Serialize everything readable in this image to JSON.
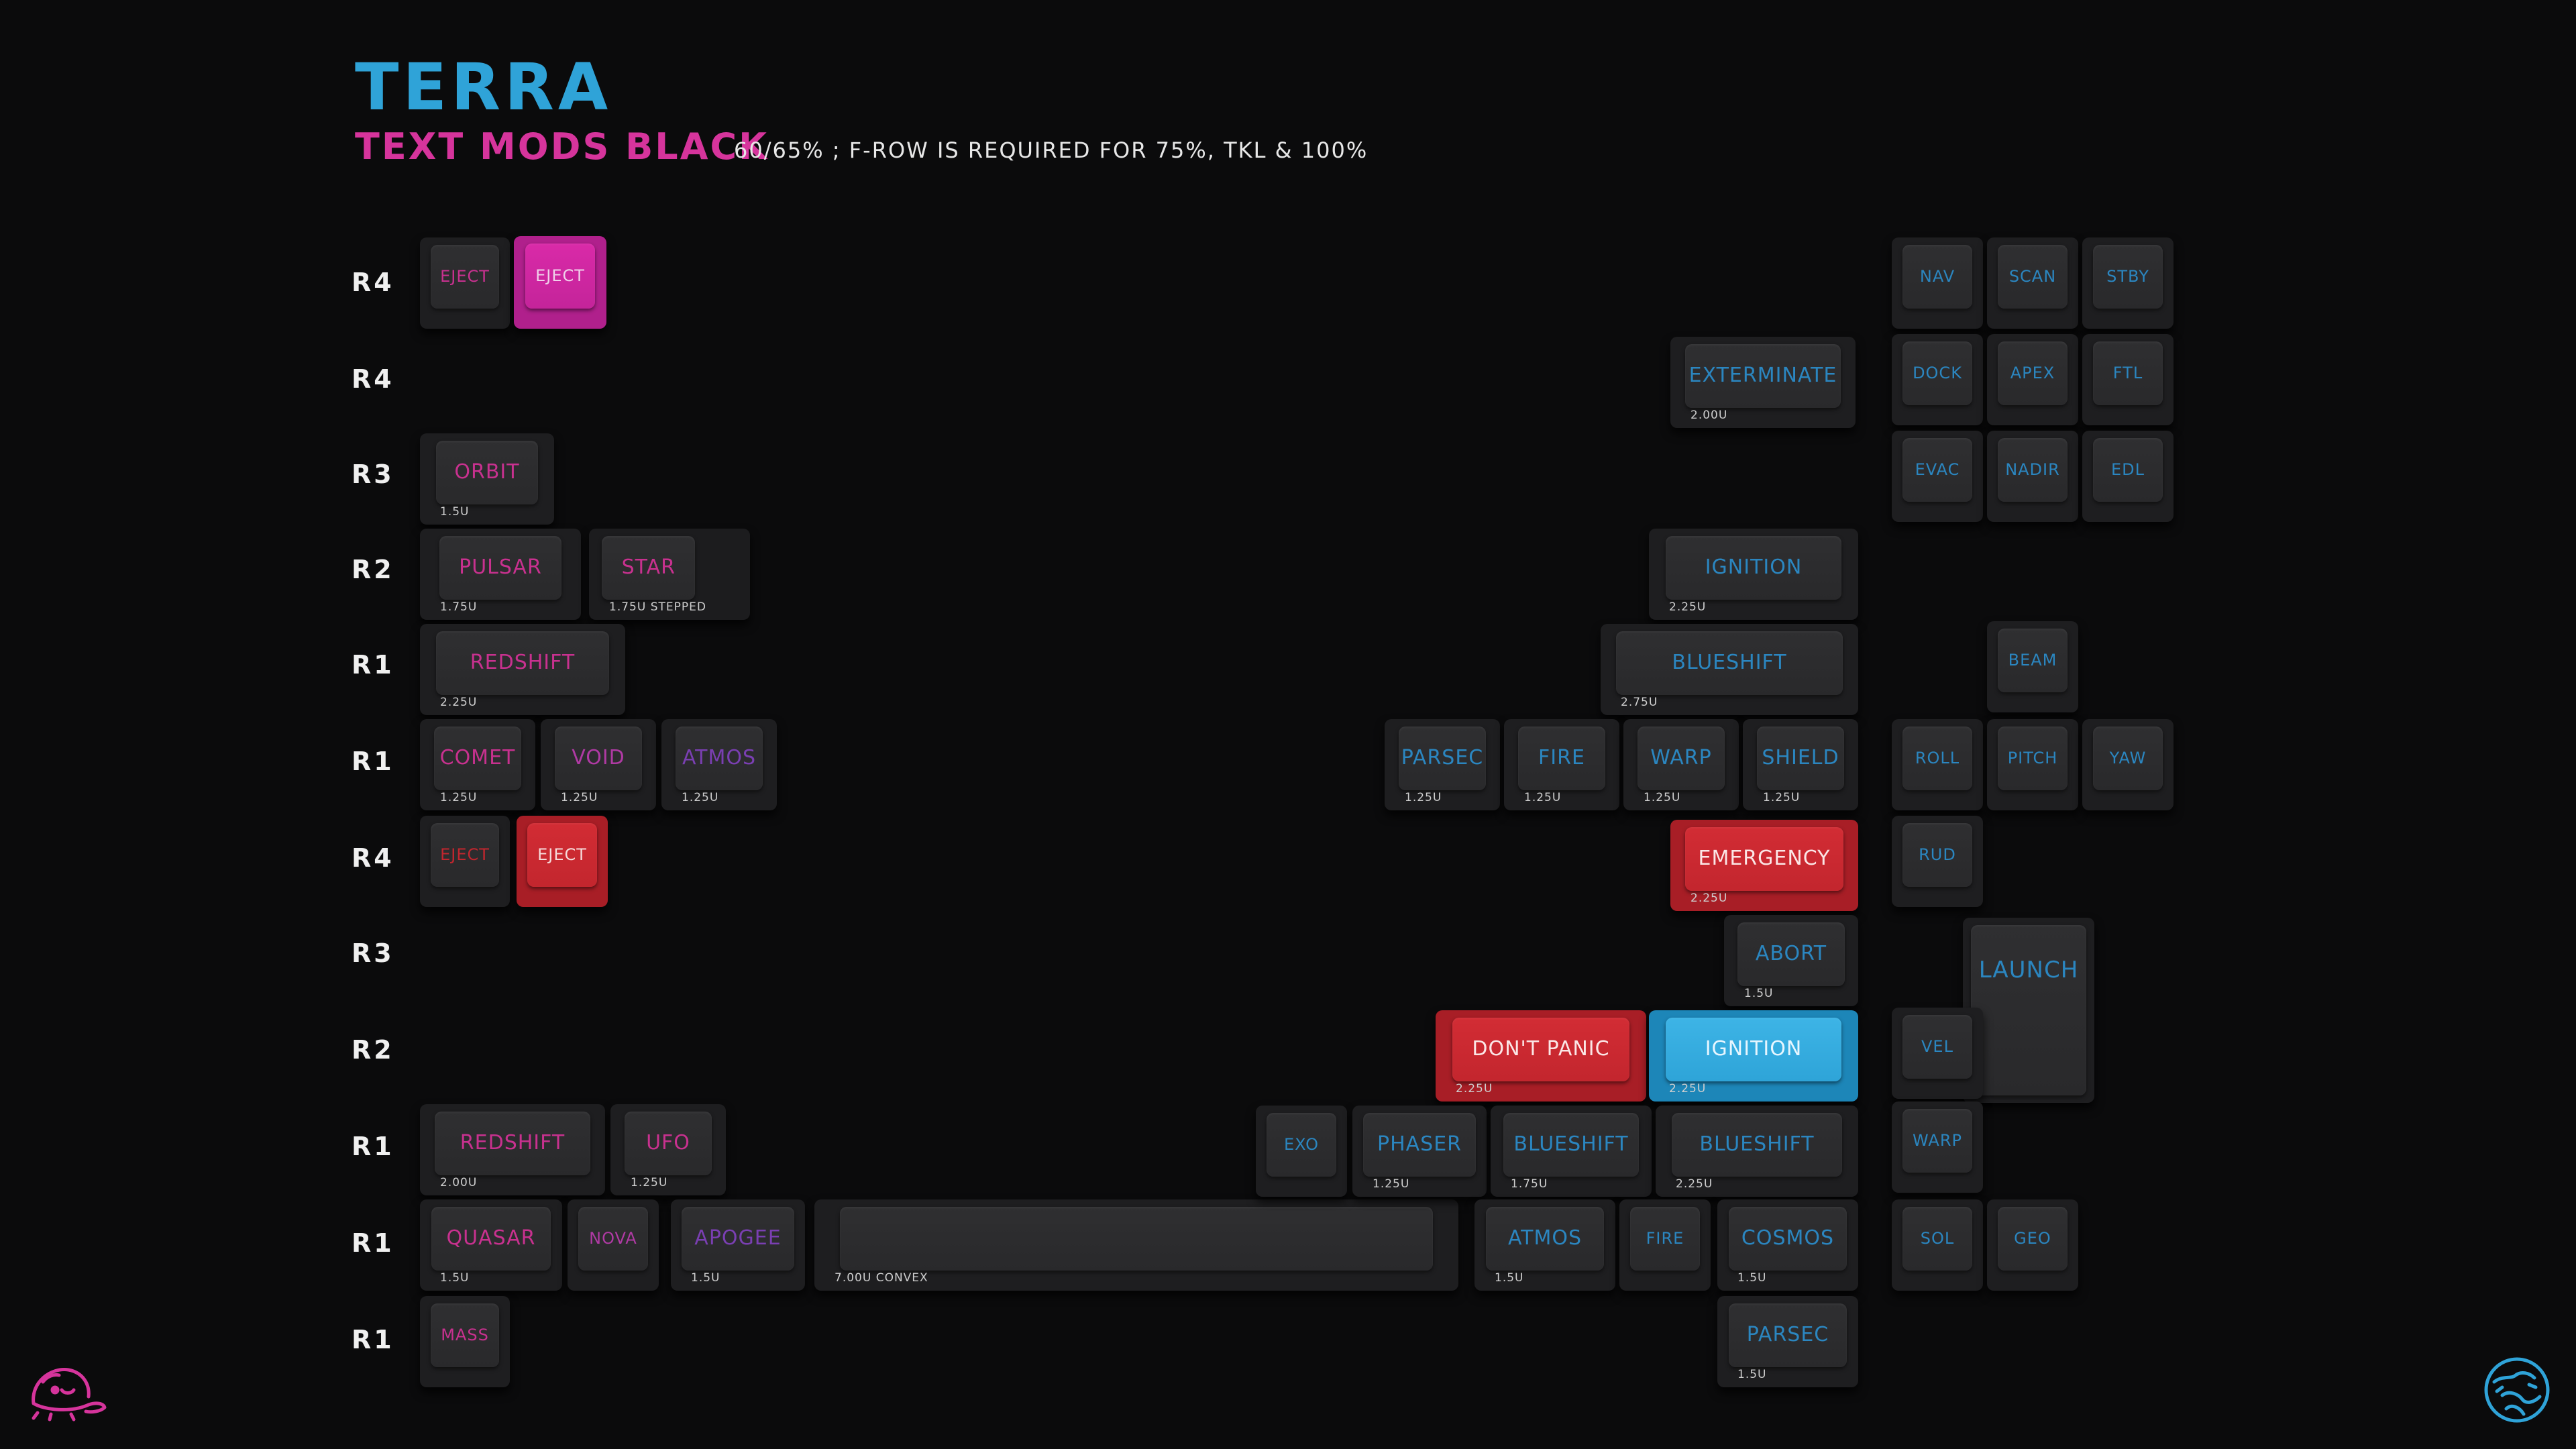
{
  "header": {
    "title": "TERRA",
    "subtitle": "TEXT MODS BLACK",
    "note": "60/65% ; F-ROW IS REQUIRED FOR 75%, TKL & 100%"
  },
  "row_labels": [
    "R4",
    "R4",
    "R3",
    "R2",
    "R1",
    "R1",
    "R4",
    "R3",
    "R2",
    "R1",
    "R1",
    "R1"
  ],
  "colors": {
    "title": "#2fa3d8",
    "subtitle": "#d6349c",
    "legend_pink": "#c8318f",
    "legend_purple": "#7a3fb2",
    "legend_blue": "#2b86c0",
    "legend_red": "#c1262e",
    "keycap_black": "#2c2c2e",
    "keycap_pink": "#d92aa8",
    "keycap_red": "#d22c34",
    "keycap_blue": "#3db4e6"
  },
  "keys": {
    "eject_pink_a": {
      "legend": "EJECT",
      "color": "pink"
    },
    "eject_pink_b": {
      "legend": "EJECT",
      "color": "white"
    },
    "orbit": {
      "legend": "ORBIT",
      "size": "1.5U"
    },
    "pulsar": {
      "legend": "PULSAR",
      "size": "1.75U"
    },
    "star": {
      "legend": "STAR",
      "size": "1.75U STEPPED"
    },
    "redshift_a": {
      "legend": "REDSHIFT",
      "size": "2.25U"
    },
    "comet": {
      "legend": "COMET",
      "size": "1.25U"
    },
    "void": {
      "legend": "VOID",
      "size": "1.25U"
    },
    "atmos_a": {
      "legend": "ATMOS",
      "size": "1.25U"
    },
    "eject_red_a": {
      "legend": "EJECT"
    },
    "eject_red_b": {
      "legend": "EJECT"
    },
    "redshift_b": {
      "legend": "REDSHIFT",
      "size": "2.00U"
    },
    "ufo": {
      "legend": "UFO",
      "size": "1.25U"
    },
    "quasar": {
      "legend": "QUASAR",
      "size": "1.5U"
    },
    "nova": {
      "legend": "NOVA"
    },
    "apogee": {
      "legend": "APOGEE",
      "size": "1.5U"
    },
    "spacebar": {
      "legend": "",
      "size": "7.00U CONVEX"
    },
    "mass": {
      "legend": "MASS"
    },
    "exterminate": {
      "legend": "EXTERMINATE",
      "size": "2.00U"
    },
    "ignition_a": {
      "legend": "IGNITION",
      "size": "2.25U"
    },
    "blueshift_a": {
      "legend": "BLUESHIFT",
      "size": "2.75U"
    },
    "parsec_a": {
      "legend": "PARSEC",
      "size": "1.25U"
    },
    "fire_a": {
      "legend": "FIRE",
      "size": "1.25U"
    },
    "warp_a": {
      "legend": "WARP",
      "size": "1.25U"
    },
    "shield": {
      "legend": "SHIELD",
      "size": "1.25U"
    },
    "emergency": {
      "legend": "EMERGENCY",
      "size": "2.25U"
    },
    "abort": {
      "legend": "ABORT",
      "size": "1.5U"
    },
    "dont_panic": {
      "legend": "DON'T PANIC",
      "size": "2.25U"
    },
    "ignition_b": {
      "legend": "IGNITION",
      "size": "2.25U"
    },
    "exo": {
      "legend": "EXO"
    },
    "phaser": {
      "legend": "PHASER",
      "size": "1.25U"
    },
    "blueshift_b": {
      "legend": "BLUESHIFT",
      "size": "1.75U"
    },
    "blueshift_c": {
      "legend": "BLUESHIFT",
      "size": "2.25U"
    },
    "atmos_b": {
      "legend": "ATMOS",
      "size": "1.5U"
    },
    "fire_b": {
      "legend": "FIRE"
    },
    "cosmos": {
      "legend": "COSMOS",
      "size": "1.5U"
    },
    "parsec_b": {
      "legend": "PARSEC",
      "size": "1.5U"
    },
    "nav": {
      "legend": "NAV"
    },
    "scan": {
      "legend": "SCAN"
    },
    "stby": {
      "legend": "STBY"
    },
    "dock": {
      "legend": "DOCK"
    },
    "apex": {
      "legend": "APEX"
    },
    "ftl": {
      "legend": "FTL"
    },
    "evac": {
      "legend": "EVAC"
    },
    "nadir": {
      "legend": "NADIR"
    },
    "edl": {
      "legend": "EDL"
    },
    "beam": {
      "legend": "BEAM"
    },
    "roll": {
      "legend": "ROLL"
    },
    "pitch": {
      "legend": "PITCH"
    },
    "yaw": {
      "legend": "YAW"
    },
    "rud": {
      "legend": "RUD"
    },
    "launch": {
      "legend": "LAUNCH"
    },
    "vel": {
      "legend": "VEL"
    },
    "warp_b": {
      "legend": "WARP"
    },
    "sol": {
      "legend": "SOL"
    },
    "geo": {
      "legend": "GEO"
    }
  },
  "logos": {
    "left": "turtle-logo",
    "right": "globe-logo"
  }
}
